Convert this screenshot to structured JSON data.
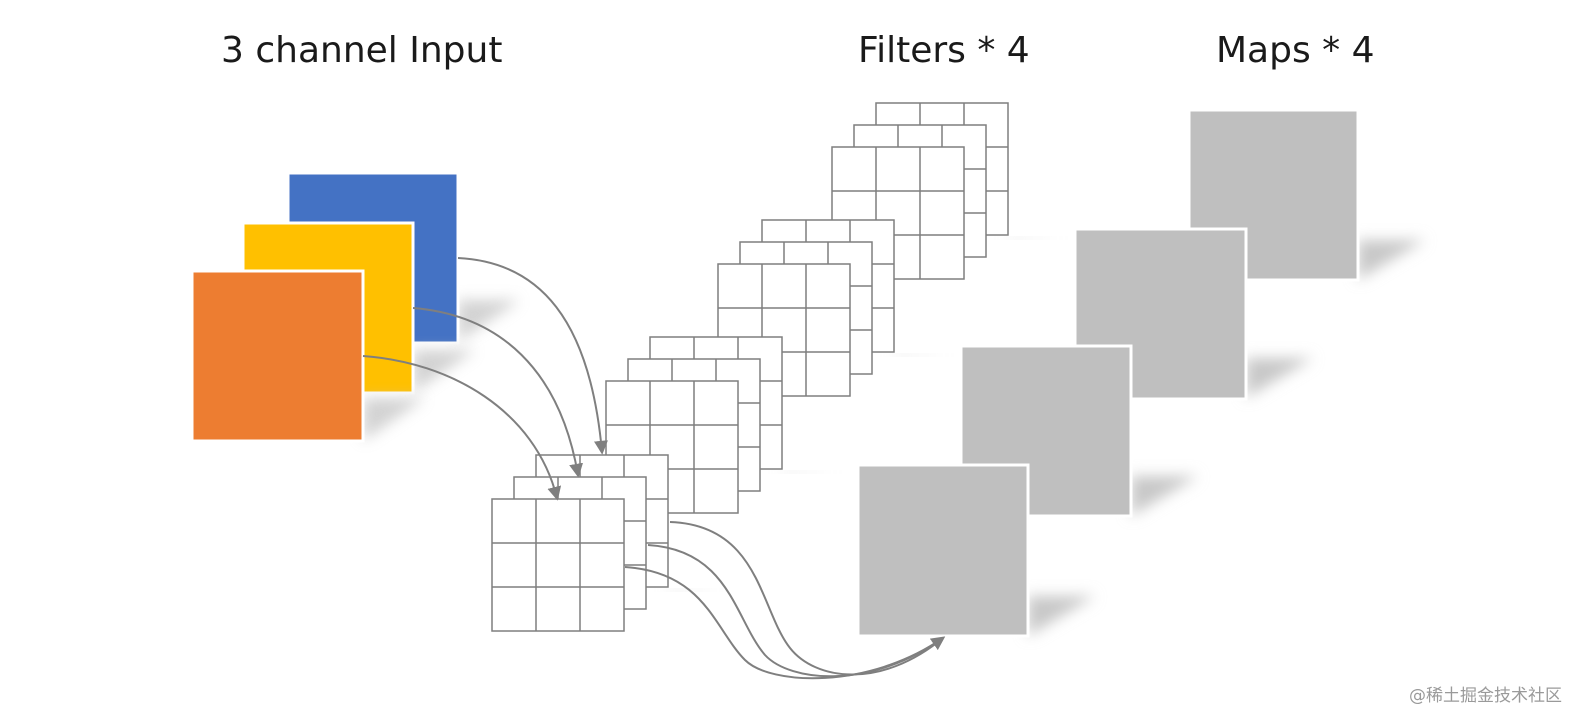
{
  "labels": {
    "input": "3 channel Input",
    "filters": "Filters * 4",
    "maps": "Maps * 4"
  },
  "watermark": "@稀土掘金技术社区",
  "colors": {
    "channel_1": "#4472c4",
    "channel_2": "#ffc000",
    "channel_3": "#ed7d31",
    "map_fill": "#bfbfbf",
    "grid_line": "#7f7f7f",
    "arrow": "#7f7f7f"
  },
  "structure": {
    "input_channels": 3,
    "filter_count": 4,
    "map_count": 4,
    "kernel_size": "3x3"
  }
}
